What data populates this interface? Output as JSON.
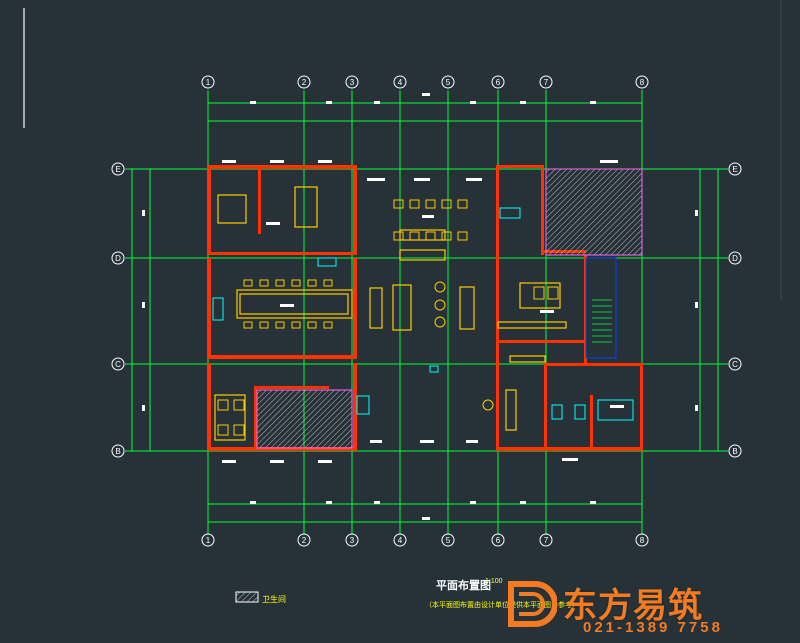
{
  "drawing": {
    "background": "#263238",
    "grid_color": "#00ff3c",
    "wall_color": "#ff3300",
    "furniture_color": "#ffcc00",
    "fixture_color": "#00ffff",
    "axis_labels_horizontal": [
      "1",
      "2",
      "3",
      "4",
      "5",
      "6",
      "7",
      "8"
    ],
    "axis_labels_vertical": [
      "E",
      "D",
      "C",
      "B"
    ],
    "hatch_legend": "卫生间"
  },
  "title_block": {
    "title": "平面布置图",
    "scale": "1:100",
    "note": "（本平面图布置由设计单位提供本平面图为参考）"
  },
  "watermark": {
    "name": "东方易筑",
    "phone": "021-1389 7758",
    "color": "#f47b20"
  }
}
